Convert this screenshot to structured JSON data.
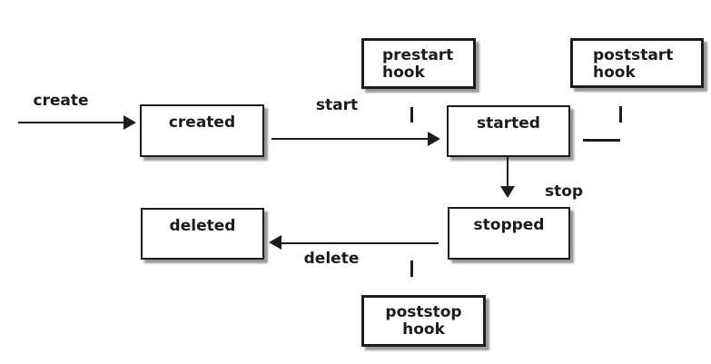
{
  "colors": {
    "background": "#ffffff",
    "box_fill": "#ffffff",
    "box_border": "#1c1c1c",
    "line": "#1c1c1c",
    "text": "#1b1b1b",
    "shadow": "#999999"
  },
  "nodes": {
    "created": {
      "label": "created"
    },
    "started": {
      "label": "started"
    },
    "stopped": {
      "label": "stopped"
    },
    "deleted": {
      "label": "deleted"
    },
    "prestart_hook": {
      "line1": "prestart",
      "line2": "hook"
    },
    "poststart_hook": {
      "line1": "poststart",
      "line2": "hook"
    },
    "poststop_hook": {
      "line1": "poststop",
      "line2": "hook"
    }
  },
  "edges": {
    "create": {
      "label": "create"
    },
    "start": {
      "label": "start"
    },
    "stop": {
      "label": "stop"
    },
    "delete": {
      "label": "delete"
    }
  }
}
